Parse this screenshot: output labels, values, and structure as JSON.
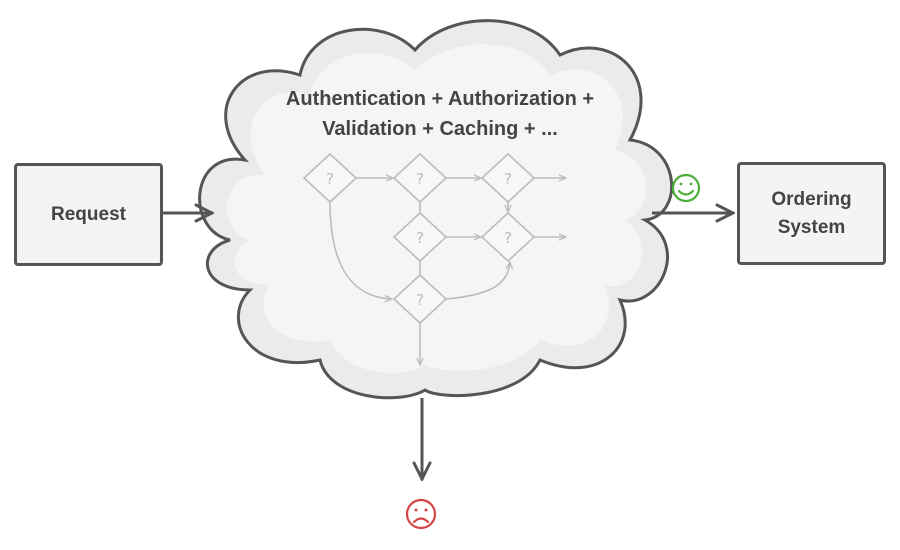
{
  "request": {
    "label": "Request"
  },
  "ordering": {
    "label": "Ordering\nSystem"
  },
  "cloud": {
    "title": "Authentication + Authorization +\nValidation + Caching + ..."
  },
  "decision_symbol": "?",
  "colors": {
    "stroke": "#555555",
    "cloud_fill": "#ebebeb",
    "cloud_inner": "#f5f5f5",
    "faded": "#bcbcbc",
    "success": "#4caf3a",
    "failure": "#d64545"
  },
  "icons": {
    "success": "smiley-face-icon",
    "failure": "frowning-face-icon"
  }
}
